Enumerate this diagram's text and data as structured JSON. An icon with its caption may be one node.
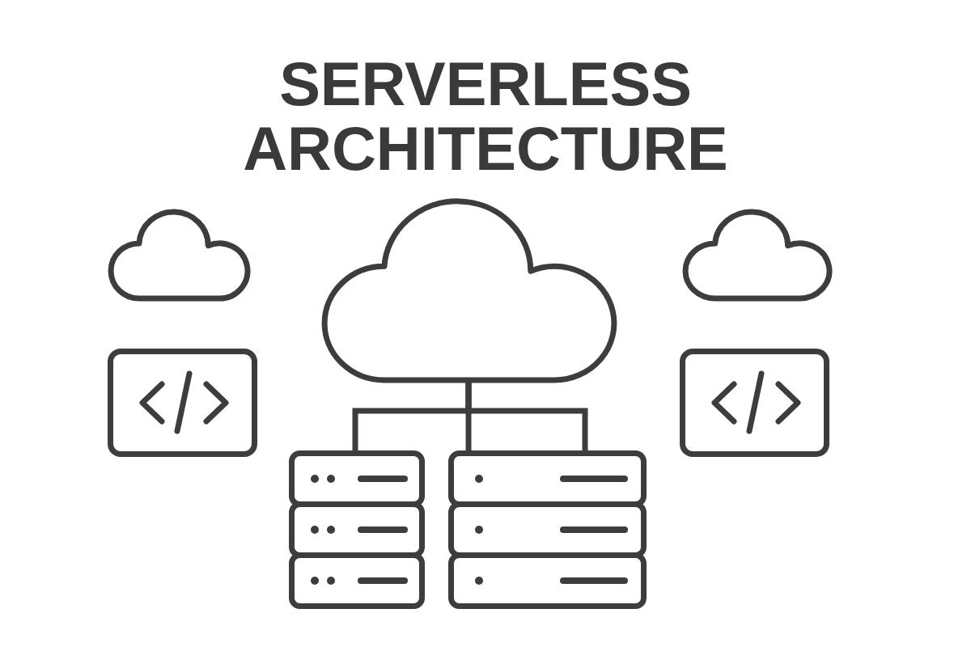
{
  "diagram": {
    "title": "SERVERLESS ARCHITECTURE",
    "nodes": [
      {
        "text": [],
        "shape": "cloud"
      },
      {
        "text": [],
        "shape": "cloud"
      },
      {
        "text": [],
        "shape": "cloud"
      },
      {
        "text": [],
        "shape": "box"
      },
      {
        "text": [],
        "shape": "box"
      },
      {
        "text": [],
        "shape": "server"
      },
      {
        "text": [],
        "shape": "server"
      }
    ],
    "edges": [
      {
        "from": 1,
        "to": 5,
        "arrow": "none"
      },
      {
        "from": 1,
        "to": 6,
        "arrow": "none"
      },
      {
        "from": 1,
        "to": 6,
        "arrow": "none"
      }
    ]
  }
}
